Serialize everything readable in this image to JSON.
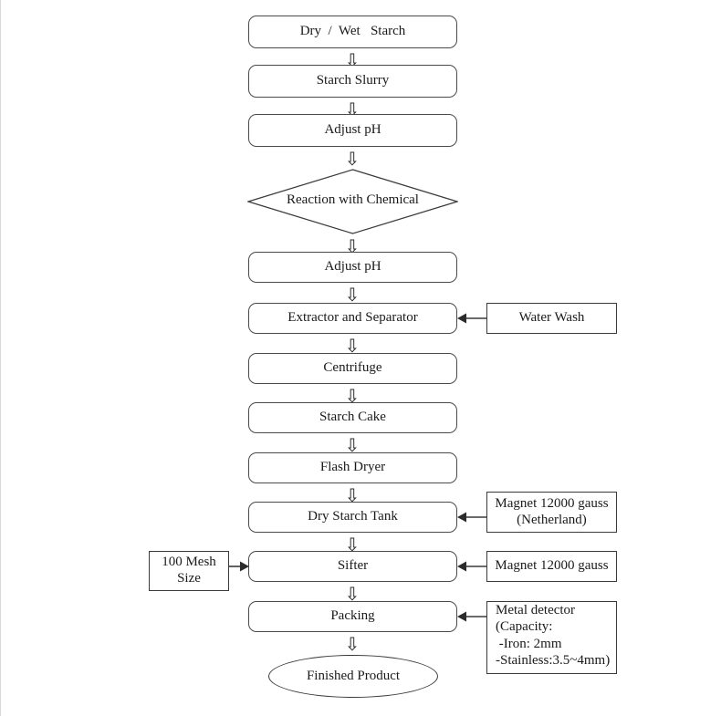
{
  "diagram": {
    "title": "Starch Modification Process Flowchart",
    "type": "flowchart",
    "arrow_glyph": "⇩",
    "colors": {
      "background": "#ffffff",
      "node_border": "#4a4a4a",
      "sidebox_border": "#3a3a3a",
      "text": "#1a1a1a",
      "connector": "#3a3a3a"
    }
  },
  "main_flow": [
    {
      "id": "dry-wet-starch",
      "label": "Dry  /  Wet   Starch",
      "shape": "process"
    },
    {
      "id": "starch-slurry",
      "label": "Starch Slurry",
      "shape": "process"
    },
    {
      "id": "adjust-ph-1",
      "label": "Adjust pH",
      "shape": "process"
    },
    {
      "id": "reaction-with-chemical",
      "label": "Reaction with Chemical",
      "shape": "decision"
    },
    {
      "id": "adjust-ph-2",
      "label": "Adjust pH",
      "shape": "process"
    },
    {
      "id": "extractor-and-separator",
      "label": "Extractor and Separator",
      "shape": "process"
    },
    {
      "id": "centrifuge",
      "label": "Centrifuge",
      "shape": "process"
    },
    {
      "id": "starch-cake",
      "label": "Starch Cake",
      "shape": "process"
    },
    {
      "id": "flash-dryer",
      "label": "Flash Dryer",
      "shape": "process"
    },
    {
      "id": "dry-starch-tank",
      "label": "Dry Starch Tank",
      "shape": "process"
    },
    {
      "id": "sifter",
      "label": "Sifter",
      "shape": "process"
    },
    {
      "id": "packing",
      "label": "Packing",
      "shape": "process"
    },
    {
      "id": "finished-product",
      "label": "Finished Product",
      "shape": "terminator"
    }
  ],
  "side_inputs": {
    "water_wash": {
      "label": "Water Wash",
      "target": "extractor-and-separator",
      "side": "right"
    },
    "magnet_netherland": {
      "line1": "Magnet 12000 gauss",
      "line2": "(Netherland)",
      "target": "dry-starch-tank",
      "side": "right"
    },
    "magnet_plain": {
      "label": "Magnet 12000 gauss",
      "target": "sifter",
      "side": "right"
    },
    "mesh_size": {
      "line1": "100 Mesh",
      "line2": "Size",
      "target": "sifter",
      "side": "left"
    },
    "metal_detector": {
      "line1": "Metal detector",
      "line2": "(Capacity:",
      "line3": " -Iron: 2mm",
      "line4": "-Stainless:3.5~4mm)",
      "target": "packing",
      "side": "right"
    }
  }
}
